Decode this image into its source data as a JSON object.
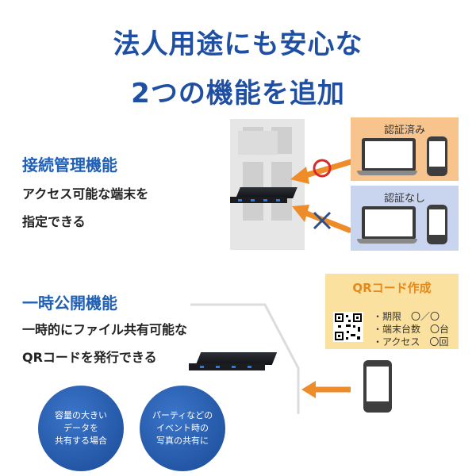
{
  "headline": {
    "line1": "法人用途にも安心な",
    "line2": "2つの機能を追加"
  },
  "section1": {
    "title": "接続管理機能",
    "desc_line1": "アクセス可能な端末を",
    "desc_line2": "指定できる"
  },
  "auth": {
    "ok_label": "認証済み",
    "ng_label": "認証なし"
  },
  "section2": {
    "title": "一時公開機能",
    "desc_line1": "一時的にファイル共有可能な",
    "desc_line2": "QRコードを発行できる"
  },
  "qr": {
    "title": "QRコード作成",
    "items": [
      "・期限　〇／〇",
      "・端末台数　〇台",
      "・アクセス　〇回"
    ]
  },
  "circles": [
    {
      "line1": "容量の大きい",
      "line2": "データを",
      "line3": "共有する場合"
    },
    {
      "line1": "パーティなどの",
      "line2": "イベント時の",
      "line3": "写真の共有に"
    }
  ],
  "colors": {
    "headline": "#1f4fa3",
    "section_title": "#1f5fb5",
    "arrow": "#ef8c2a",
    "mark_ok": "#d62a2a",
    "mark_ng": "#2d4f8a",
    "card_ok": "#f7c48e",
    "card_ng": "#c9d4ee",
    "qr_box": "#fbe1a0"
  }
}
